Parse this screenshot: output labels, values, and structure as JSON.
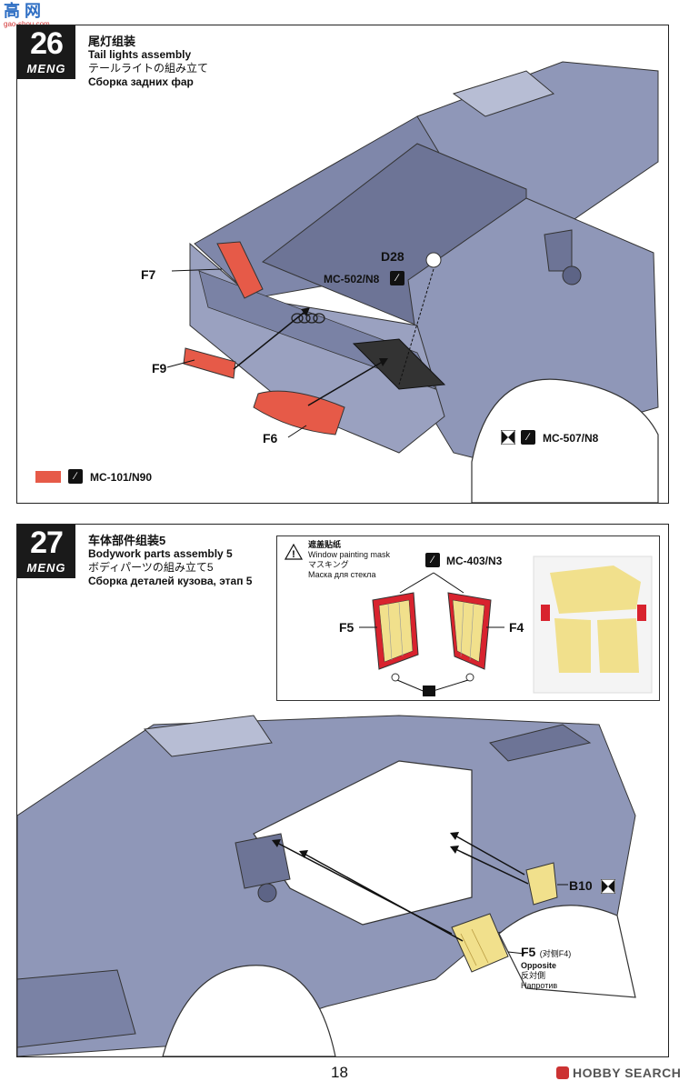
{
  "watermark_top": {
    "site": "高 网",
    "url": "gao-shou.com"
  },
  "step26": {
    "number": "26",
    "brand": "MENG",
    "title_zh": "尾灯组装",
    "title_en": "Tail lights assembly",
    "title_ja": "テールライトの組み立て",
    "title_ru": "Сборка задних фар",
    "labels": {
      "f7": "F7",
      "f9": "F9",
      "f6": "F6",
      "d28": "D28"
    },
    "codes": {
      "mc502": "MC-502/N8",
      "mc507": "MC-507/N8",
      "mc101": "MC-101/N90"
    }
  },
  "step27": {
    "number": "27",
    "brand": "MENG",
    "title_zh": "车体部件组装5",
    "title_en": "Bodywork parts assembly 5",
    "title_ja": "ボディパーツの組み立て5",
    "title_ru": "Сборка деталей кузова, этап 5",
    "mask": {
      "zh": "遮盖贴纸",
      "en": "Window painting mask",
      "ja": "マスキング",
      "ru": "Маска для стекла",
      "code": "MC-403/N3",
      "f5": "F5",
      "f4": "F4"
    },
    "labels": {
      "b10": "B10",
      "f5": "F5",
      "f5_note": "(对侧F4)",
      "opposite_en": "Opposite",
      "opposite_ja": "反対側",
      "opposite_ru": "Напротив"
    }
  },
  "page_number": "18",
  "footer_brand": "HOBBY SEARCH",
  "colors": {
    "body": "#8f97b8",
    "body_dark": "#6d7496",
    "red": "#e65a48",
    "mask_yellow": "#f1e08c",
    "mask_red": "#d8232e"
  }
}
